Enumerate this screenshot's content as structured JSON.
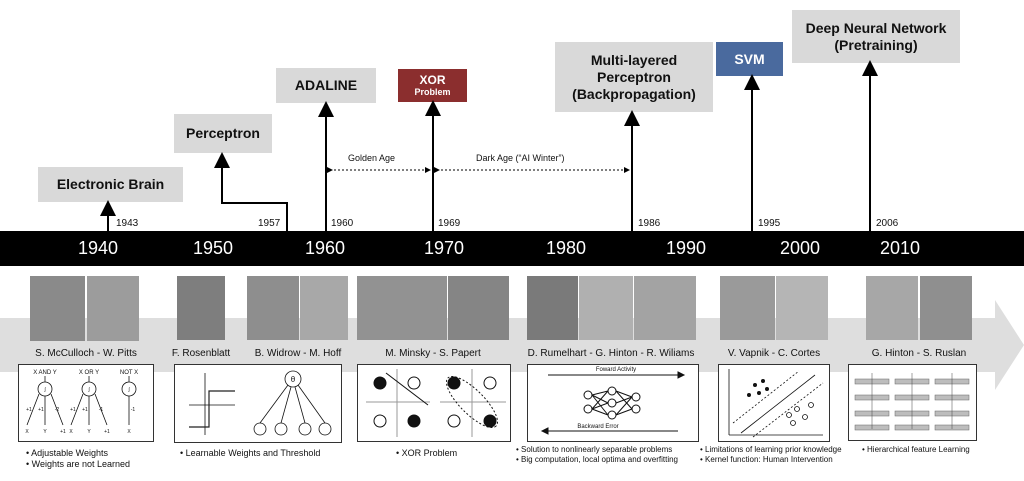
{
  "milestones": {
    "electronic_brain": "Electronic Brain",
    "perceptron": "Perceptron",
    "adaline": "ADALINE",
    "xor_title": "XOR",
    "xor_sub": "Problem",
    "mlp_line1": "Multi-layered",
    "mlp_line2": "Perceptron",
    "mlp_line3": "(Backpropagation)",
    "svm": "SVM",
    "dnn_line1": "Deep Neural Network",
    "dnn_line2": "(Pretraining)"
  },
  "years": [
    "1943",
    "1957",
    "1960",
    "1969",
    "1986",
    "1995",
    "2006"
  ],
  "eras": {
    "golden": "Golden Age",
    "dark": "Dark Age (“AI Winter”)"
  },
  "decades": [
    "1940",
    "1950",
    "1960",
    "1970",
    "1980",
    "1990",
    "2000",
    "2010"
  ],
  "people": [
    "S. McCulloch - W. Pitts",
    "F. Rosenblatt",
    "B. Widrow - M. Hoff",
    "M. Minsky - S. Papert",
    "D. Rumelhart - G. Hinton - R. Wiliams",
    "V. Vapnik - C. Cortes",
    "G. Hinton - S. Ruslan"
  ],
  "logic_labels": {
    "and": "X AND Y",
    "or": "X OR Y",
    "not": "NOT X",
    "theta": "θ"
  },
  "backprop_labels": {
    "forward": "Foward Activity",
    "backward": "Backward Error"
  },
  "notes": {
    "mcculloch": [
      "Adjustable Weights",
      "Weights are not Learned"
    ],
    "rosenblatt": [
      "Learnable Weights  and Threshold"
    ],
    "minsky": [
      "XOR Problem"
    ],
    "rumelhart": [
      "Solution to nonlinearly separable problems",
      "Big computation, local optima and overfitting"
    ],
    "vapnik": [
      "Limitations of learning prior knowledge",
      "Kernel function: Human Intervention"
    ],
    "hinton": [
      "Hierarchical feature Learning"
    ]
  },
  "colors": {
    "xor_box": "#8b2e2e",
    "svm_box": "#4a6a9e",
    "timeline": "#000000",
    "arrow_band": "#dedede"
  }
}
